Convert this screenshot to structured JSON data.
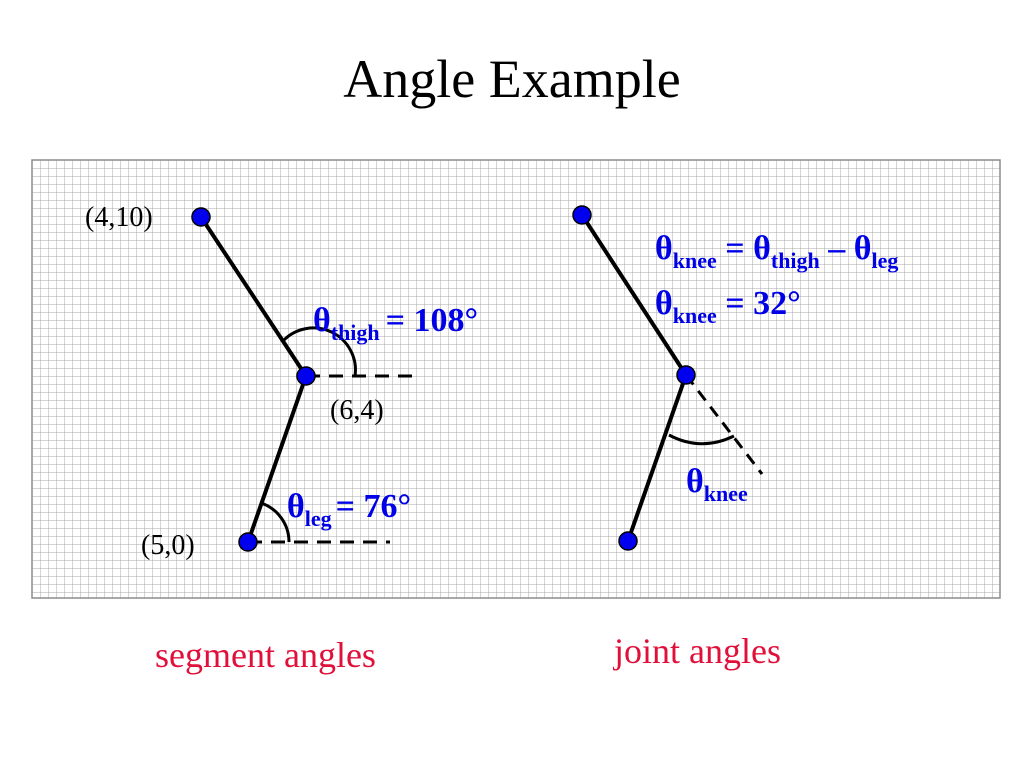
{
  "title": "Angle Example",
  "colors": {
    "grid_line": "#a0a0a0",
    "point": "#0000ee",
    "equation": "#0000e6",
    "caption": "#e0103a"
  },
  "left_panel": {
    "points": [
      {
        "label": "(4,10)"
      },
      {
        "label": "(6,4)"
      },
      {
        "label": "(5,0)"
      }
    ],
    "thigh_angle": {
      "symbol": "θ",
      "sub": "thigh",
      "value": "= 108°"
    },
    "leg_angle": {
      "symbol": "θ",
      "sub": "leg",
      "value": "= 76°"
    },
    "caption": "segment angles"
  },
  "right_panel": {
    "equation1": {
      "a": "θ",
      "a_sub": "knee",
      "b": " = θ",
      "b_sub": "thigh",
      "c": " – θ",
      "c_sub": "leg"
    },
    "equation2": {
      "a": "θ",
      "a_sub": "knee",
      "value": " = 32°"
    },
    "knee_label": {
      "symbol": "θ",
      "sub": "knee"
    },
    "caption": "joint angles"
  }
}
